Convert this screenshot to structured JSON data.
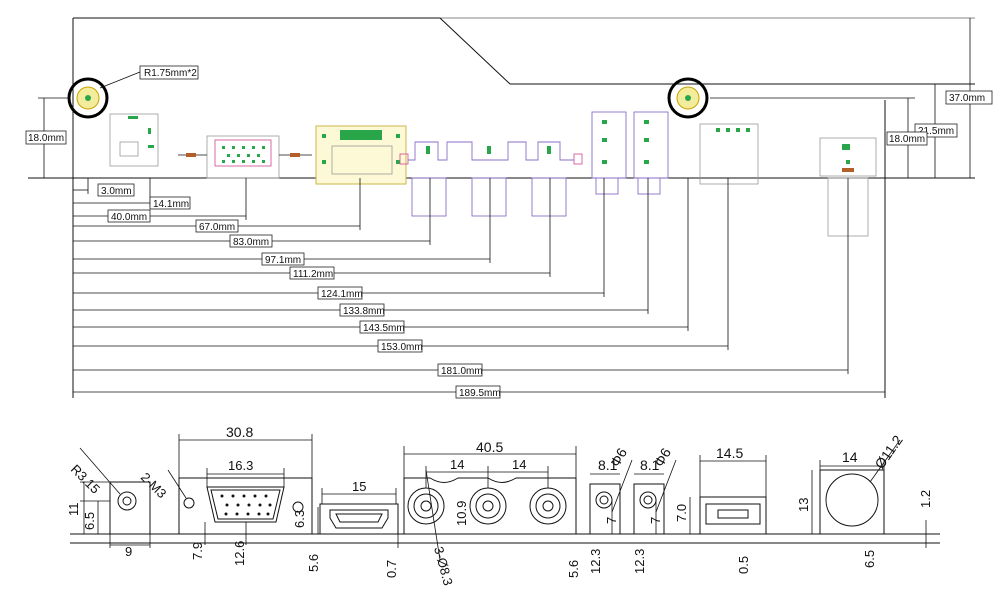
{
  "top_view": {
    "radius_note": "R1.75mm*2",
    "right_dims": [
      "37.0mm",
      "21.5mm",
      "18.0mm"
    ],
    "left_dim": "18.0mm",
    "horizontal_dims": [
      "3.0mm",
      "14.1mm",
      "40.0mm",
      "67.0mm",
      "83.0mm",
      "97.1mm",
      "111.2mm",
      "124.1mm",
      "133.8mm",
      "143.5mm",
      "153.0mm",
      "181.0mm",
      "189.5mm"
    ]
  },
  "front_view": {
    "dc_jack": {
      "r": "R3.15",
      "h": "11",
      "h2": "6.5",
      "w": "9"
    },
    "vga": {
      "screw": "2-M3",
      "w_outer": "30.8",
      "w_inner": "16.3",
      "h_left": "7.9",
      "h_mid": "12.6",
      "h_right": "6.3"
    },
    "hdmi": {
      "w": "15",
      "off": "5.6",
      "bottom": "0.7"
    },
    "rca": {
      "w_total": "40.5",
      "pitch1": "14",
      "pitch2": "14",
      "h": "10.9",
      "dia": "3-Ø8.3",
      "off": "5.6"
    },
    "audio1": {
      "w": "8.1",
      "dia": "Φ6",
      "h": "7",
      "bottom": "12.3"
    },
    "audio2": {
      "w": "8.1",
      "dia": "Φ6",
      "h": "7",
      "bottom": "12.3"
    },
    "usb": {
      "w": "14.5",
      "h": "7.0",
      "bottom": "0.5"
    },
    "ir": {
      "w": "14",
      "dia": "Ø11.2",
      "h": "13",
      "bottom": "6.5",
      "right": "1.2"
    }
  }
}
